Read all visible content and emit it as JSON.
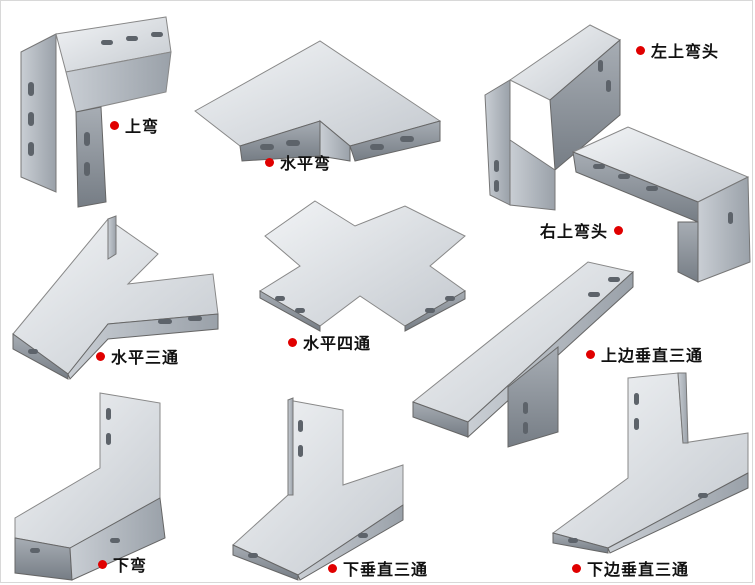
{
  "colors": {
    "dot": "#e00000",
    "text": "#111111",
    "metal_light": "#e4e7ea",
    "metal_mid": "#b9bec4",
    "metal_dark": "#7f868e",
    "slot": "#5d636a"
  },
  "parts": [
    {
      "id": "upper-bend",
      "label": "上弯",
      "icon": "cable-tray-upper-bend"
    },
    {
      "id": "horizontal-bend",
      "label": "水平弯",
      "icon": "cable-tray-horizontal-bend"
    },
    {
      "id": "left-upper-bend-head",
      "label": "左上弯头",
      "icon": "cable-tray-left-upper-bend-head"
    },
    {
      "id": "right-upper-bend-head",
      "label": "右上弯头",
      "icon": "cable-tray-right-upper-bend-head"
    },
    {
      "id": "horizontal-tee",
      "label": "水平三通",
      "icon": "cable-tray-horizontal-tee"
    },
    {
      "id": "horizontal-cross",
      "label": "水平四通",
      "icon": "cable-tray-horizontal-cross"
    },
    {
      "id": "upper-vertical-tee",
      "label": "上边垂直三通",
      "icon": "cable-tray-upper-vertical-tee"
    },
    {
      "id": "lower-bend",
      "label": "下弯",
      "icon": "cable-tray-lower-bend"
    },
    {
      "id": "lower-vertical-tee",
      "label": "下垂直三通",
      "icon": "cable-tray-lower-vertical-tee"
    },
    {
      "id": "lower-side-vertical-tee",
      "label": "下边垂直三通",
      "icon": "cable-tray-lower-side-vertical-tee"
    }
  ]
}
